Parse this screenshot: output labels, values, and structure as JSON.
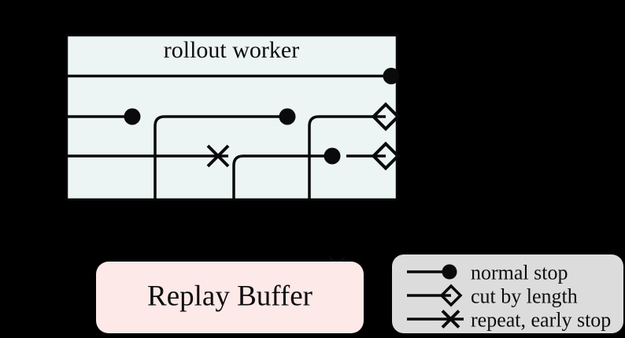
{
  "colors": {
    "background": "#000000",
    "line_color": "#0a0a0a",
    "text_color": "#0d0d0d",
    "rollout_fill": "#edf5f4",
    "replay_fill": "#fce9e8",
    "legend_fill": "#dcdcdc"
  },
  "rollout_worker": {
    "title": "rollout worker",
    "trajectory_rows": [
      {
        "segments": [
          {
            "end_marker": "normal-stop"
          }
        ]
      },
      {
        "segments": [
          {
            "end_marker": "normal-stop"
          },
          {
            "end_marker": "normal-stop"
          },
          {
            "end_marker": "cut-by-length"
          }
        ]
      },
      {
        "segments": [
          {
            "end_marker": "repeat-early-stop"
          },
          {
            "end_marker": "normal-stop"
          },
          {
            "end_marker": "cut-by-length"
          }
        ]
      }
    ]
  },
  "replay_buffer": {
    "label": "Replay Buffer"
  },
  "legend": {
    "items": [
      {
        "marker": "filled-circle",
        "label": "normal stop"
      },
      {
        "marker": "open-diamond",
        "label": "cut by length"
      },
      {
        "marker": "cross",
        "label": "repeat, early stop"
      }
    ]
  }
}
